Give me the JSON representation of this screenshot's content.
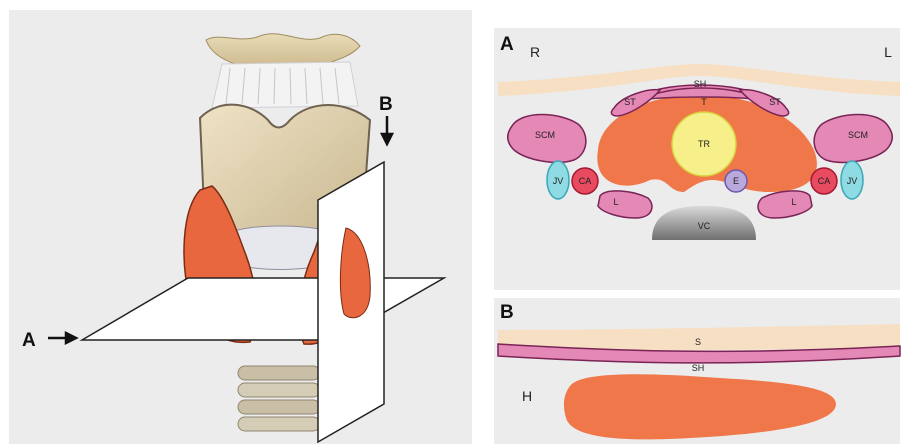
{
  "left_panel": {
    "plane_a_label": "A",
    "plane_b_label": "B"
  },
  "section_a": {
    "panel_letter": "A",
    "side_right": "R",
    "side_left": "L",
    "structures": {
      "sh": "SH",
      "st_left": "ST",
      "st_right": "ST",
      "t": "T",
      "scm_left": "SCM",
      "scm_right": "SCM",
      "tr": "TR",
      "jv_left": "JV",
      "jv_right": "JV",
      "ca_left": "CA",
      "ca_right": "CA",
      "e": "E",
      "l_left": "L",
      "l_right": "L",
      "vc": "VC"
    }
  },
  "section_b": {
    "panel_letter": "B",
    "structures": {
      "s": "S",
      "sh": "SH",
      "h": "H"
    }
  },
  "colors": {
    "background_panel": "#ececec",
    "skin": "#f6dfc3",
    "muscle_pink": "#e488b6",
    "thyroid_orange": "#f0774a",
    "trachea_yellow": "#f7f08a",
    "jugular_cyan": "#8fdbe4",
    "carotid_red": "#e84a5f",
    "esophagus_lilac": "#b9a8dc",
    "vertebra_gray": "#8a8a8a"
  }
}
